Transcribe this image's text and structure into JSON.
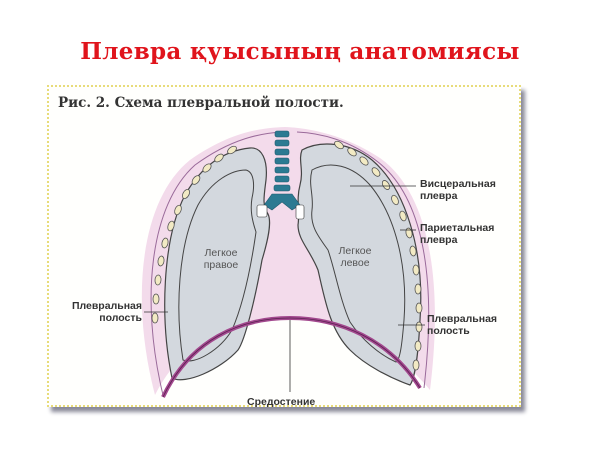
{
  "slide": {
    "title": "Плевра қуысының анатомиясы"
  },
  "figure": {
    "caption": "Рис. 2. Схема плевральной полости.",
    "labels": {
      "visceral_pleura": [
        "Висцеральная",
        "плевра"
      ],
      "parietal_pleura": [
        "Париетальная",
        "плевра"
      ],
      "pleural_cavity_left": [
        "Плевральная",
        "полость"
      ],
      "pleural_cavity_right": [
        "Плевральная",
        "полость"
      ],
      "right_lung": [
        "Легкое",
        "правое"
      ],
      "left_lung": [
        "Легкое",
        "левое"
      ],
      "mediastinum": "Средостение"
    },
    "colors": {
      "title_red": "#e0141c",
      "lung_fill": "#d3d8de",
      "pleura_pink": "#f3dbeb",
      "diaphragm_purple": "#a2488e",
      "trachea_teal": "#2c7a92",
      "rib_fill": "#f2eac4",
      "frame_border": "#e8dc7a"
    }
  }
}
